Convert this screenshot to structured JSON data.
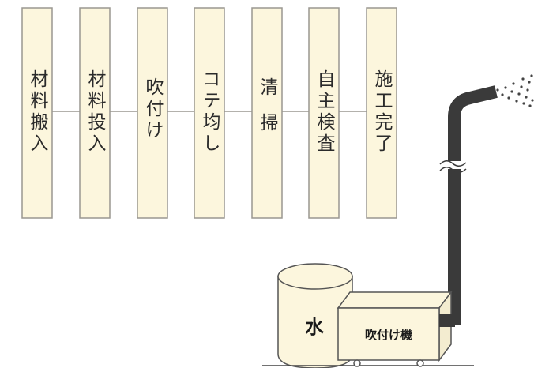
{
  "flow": {
    "steps": [
      {
        "label": "材料搬入"
      },
      {
        "label": "材料投入"
      },
      {
        "label": "吹付け"
      },
      {
        "label": "コテ均し"
      },
      {
        "label": "清掃"
      },
      {
        "label": "自主検査"
      },
      {
        "label": "施工完了"
      }
    ]
  },
  "equipment": {
    "water_tank_label": "水",
    "machine_label": "吹付け機"
  },
  "colors": {
    "box_fill": "#fcf6dd",
    "box_stroke": "#9a9790",
    "hose": "#3a3a3a",
    "tank_fill": "#fcf6dd"
  }
}
